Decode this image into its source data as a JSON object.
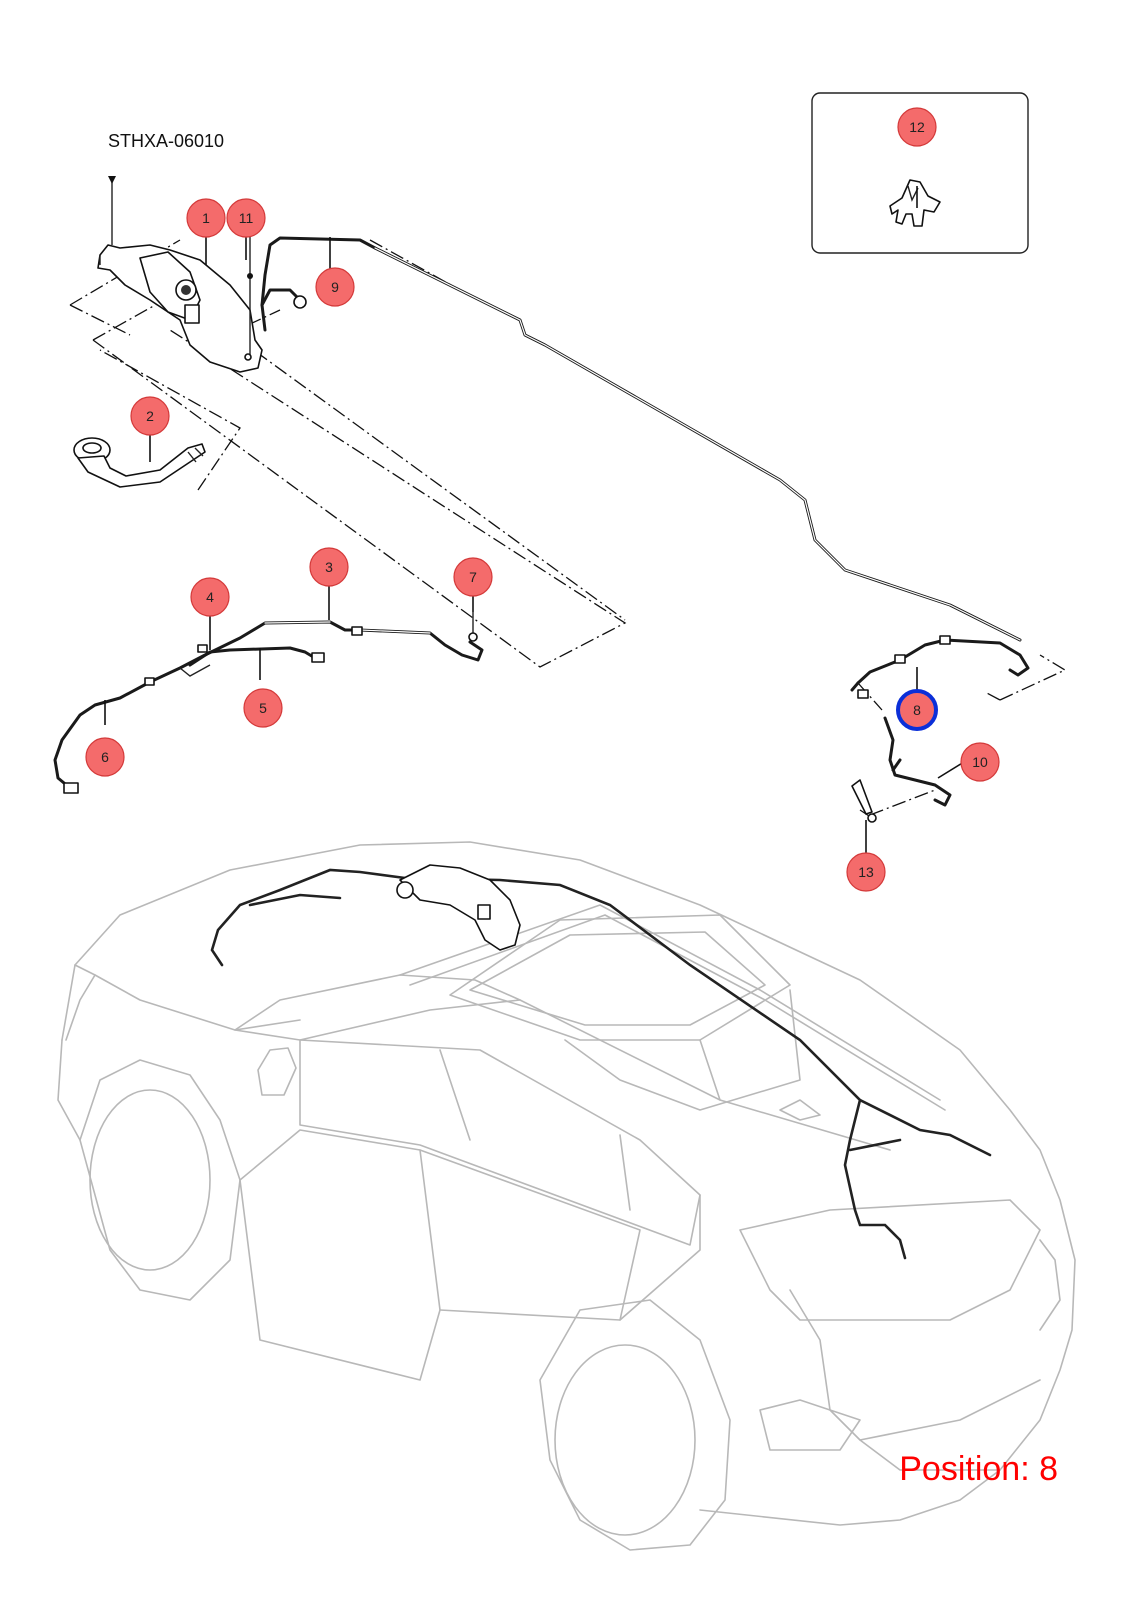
{
  "diagram": {
    "code": "STHXA-06010",
    "position_label": "Position: 8",
    "highlighted_callout": "8",
    "callouts": [
      "1",
      "2",
      "3",
      "4",
      "5",
      "6",
      "7",
      "8",
      "9",
      "10",
      "11",
      "12",
      "13"
    ]
  },
  "colors": {
    "callout_fill": "#f46b6b",
    "highlight": "#0b2fd8",
    "position_text": "#ff0000",
    "car_outline": "#b8b8b8"
  }
}
